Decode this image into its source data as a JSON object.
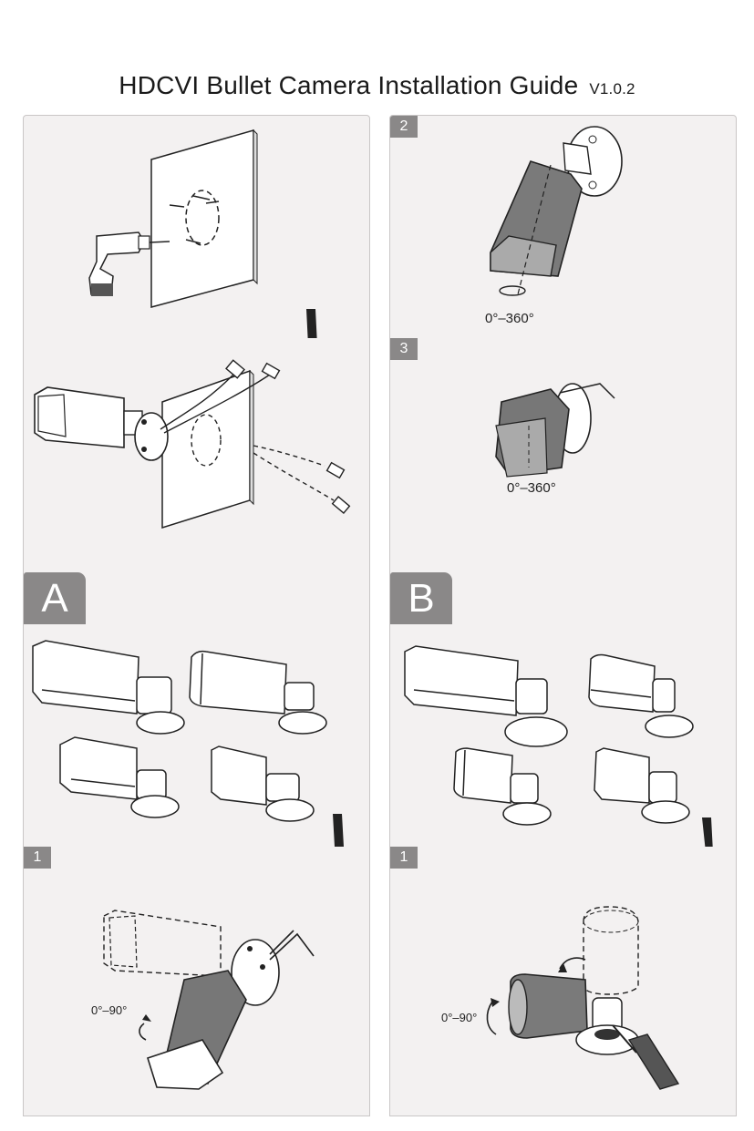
{
  "header": {
    "title": "HDCVI Bullet Camera Installation Guide",
    "version": "V1.0.2"
  },
  "left": {
    "section_letter": "A",
    "bottom_step": "1",
    "bottom_angle": "0°–90°"
  },
  "right": {
    "step_2": "2",
    "step_2_angle": "0°–360°",
    "step_3": "3",
    "step_3_angle": "0°–360°",
    "section_letter": "B",
    "bottom_step": "1",
    "bottom_angle": "0°–90°"
  },
  "icons": [
    "drill-icon",
    "arrow-down-icon",
    "camera-icon",
    "bracket-icon",
    "cable-icon",
    "rotate-icon",
    "hex-key-icon",
    "screwdriver-icon"
  ]
}
